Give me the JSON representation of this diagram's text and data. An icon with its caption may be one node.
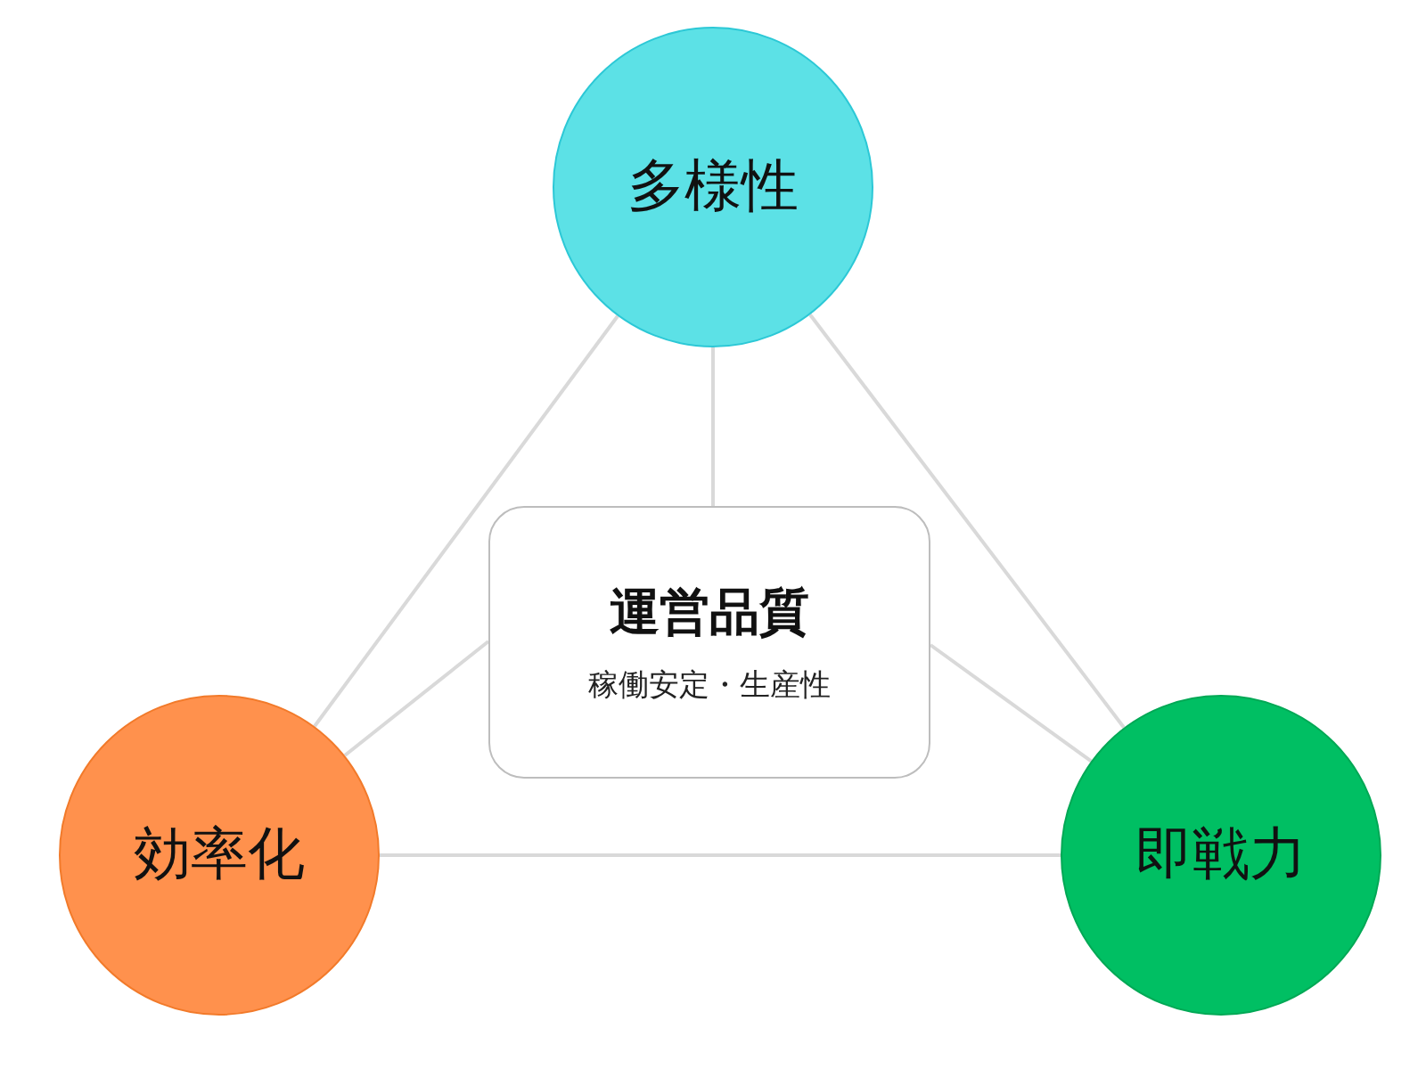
{
  "diagram": {
    "nodes": [
      {
        "text": [
          "多様性"
        ]
      },
      {
        "text": [
          "運営品質",
          "稼働安定・生産性"
        ]
      },
      {
        "text": [
          "効率化"
        ]
      },
      {
        "text": [
          "即戦力"
        ]
      }
    ],
    "edges": [
      {
        "from": 0,
        "to": 1,
        "arrow": "none"
      },
      {
        "from": 0,
        "to": 2,
        "arrow": "none"
      },
      {
        "from": 0,
        "to": 3,
        "arrow": "none"
      },
      {
        "from": 2,
        "to": 1,
        "arrow": "none"
      },
      {
        "from": 3,
        "to": 1,
        "arrow": "none"
      },
      {
        "from": 2,
        "to": 3,
        "arrow": "none"
      }
    ]
  }
}
